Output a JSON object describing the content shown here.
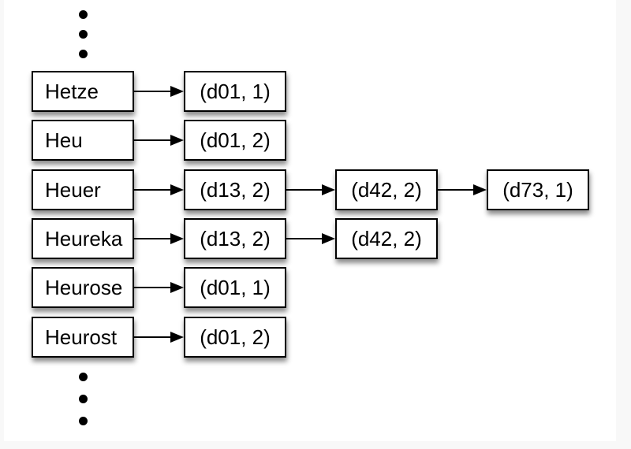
{
  "diagram": {
    "rows": [
      {
        "term": "Hetze",
        "postings": [
          "(d01, 1)"
        ]
      },
      {
        "term": "Heu",
        "postings": [
          "(d01, 2)"
        ]
      },
      {
        "term": "Heuer",
        "postings": [
          "(d13, 2)",
          "(d42, 2)",
          "(d73, 1)"
        ]
      },
      {
        "term": "Heureka",
        "postings": [
          "(d13, 2)",
          "(d42, 2)"
        ]
      },
      {
        "term": "Heurose",
        "postings": [
          "(d01, 1)"
        ]
      },
      {
        "term": "Heurost",
        "postings": [
          "(d01, 2)"
        ]
      }
    ],
    "ellipsis_top_dots": 3,
    "ellipsis_bottom_dots": 3
  },
  "colors": {
    "page_background": "#ffffff",
    "outer_margin": "#f8f8f8",
    "box_fill": "#ffffff",
    "box_border": "#000000",
    "text": "#000000",
    "arrow": "#000000"
  }
}
